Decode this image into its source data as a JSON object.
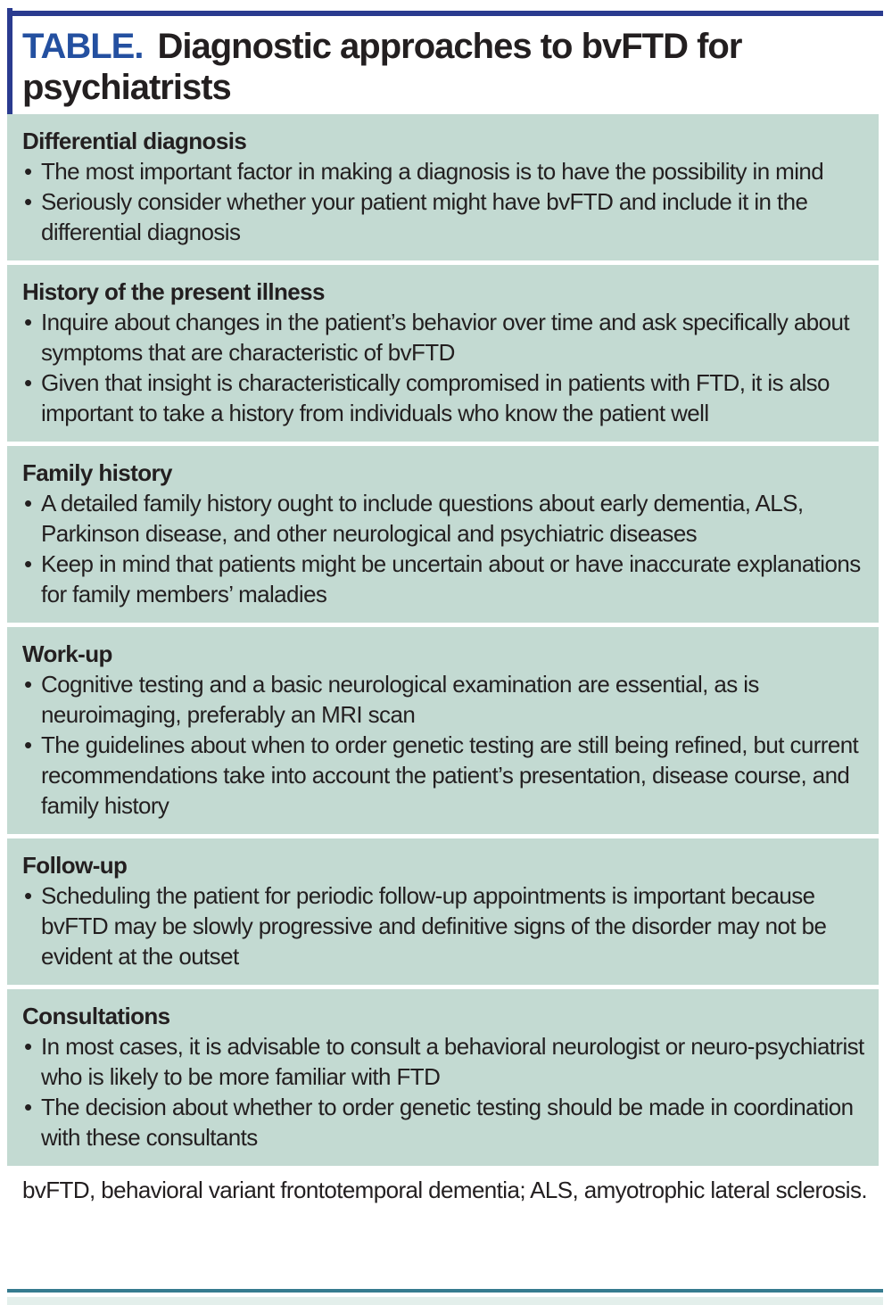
{
  "title": {
    "label": "TABLE.",
    "text": "Diagnostic approaches to bvFTD for psychiatrists"
  },
  "sections": [
    {
      "heading": "Differential diagnosis",
      "bullets": [
        "The most important factor in making a diagnosis is to have the possibility in mind",
        "Seriously consider whether your patient might have bvFTD and include it in the differential diagnosis"
      ]
    },
    {
      "heading": "History of the present illness",
      "bullets": [
        "Inquire about changes in the patient’s behavior over time and ask specifically about symptoms that are characteristic of bvFTD",
        "Given that insight is characteristically compromised in patients with FTD, it is also important to take a history from individuals who know the patient well"
      ]
    },
    {
      "heading": "Family history",
      "bullets": [
        "A detailed family history ought to include questions about early dementia, ALS, Parkinson disease, and other neurological and psychiatric diseases",
        "Keep in mind that patients might be uncertain about or have inaccurate explanations for family members’ maladies"
      ]
    },
    {
      "heading": "Work-up",
      "bullets": [
        "Cognitive testing and a basic neurological examination are essential, as is neuroimaging, preferably an MRI scan",
        "The guidelines about when to order genetic testing are still being refined, but current recommendations take into account the patient’s presentation, disease course, and family history"
      ]
    },
    {
      "heading": "Follow-up",
      "bullets": [
        "Scheduling the patient for periodic follow-up appointments is important because bvFTD may be slowly progressive and definitive signs of the disorder may not be evident at the outset"
      ]
    },
    {
      "heading": "Consultations",
      "bullets": [
        "In most cases, it is advisable to consult a behavioral neurologist or neuro-psychiatrist who is likely to be more familiar with FTD",
        "The decision about whether to order genetic testing should be made in coordination with these consultants"
      ]
    }
  ],
  "footnote": "bvFTD, behavioral variant frontotemporal dementia; ALS, amyotrophic lateral sclerosis.",
  "colors": {
    "navy": "#2a3b8f",
    "label-blue": "#2450a0",
    "panel-teal": "#c3dad2",
    "rule-teal": "#367b8f",
    "strip-mint": "#e3efeb",
    "ink": "#231f20"
  }
}
